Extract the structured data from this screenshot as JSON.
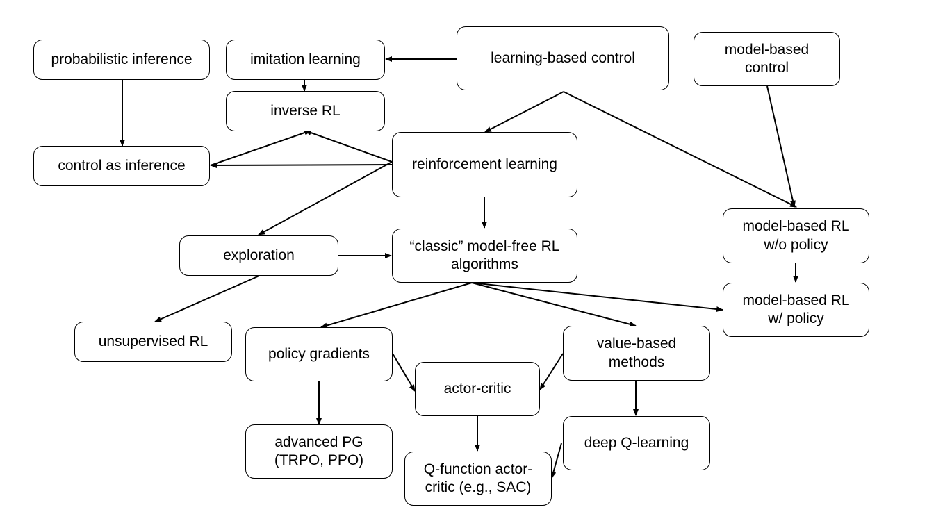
{
  "nodes": [
    {
      "id": "learning_based_control",
      "lines": [
        "learning-based control"
      ]
    },
    {
      "id": "model_based_control",
      "lines": [
        "model-based",
        "control"
      ]
    },
    {
      "id": "probabilistic_inference",
      "lines": [
        "probabilistic inference"
      ]
    },
    {
      "id": "imitation_learning",
      "lines": [
        "imitation learning"
      ]
    },
    {
      "id": "inverse_rl",
      "lines": [
        "inverse RL"
      ]
    },
    {
      "id": "control_as_inference",
      "lines": [
        "control as inference"
      ]
    },
    {
      "id": "reinforcement_learning",
      "lines": [
        "reinforcement learning"
      ]
    },
    {
      "id": "exploration",
      "lines": [
        "exploration"
      ]
    },
    {
      "id": "classic_model_free",
      "lines": [
        "“classic” model-free RL",
        "algorithms"
      ]
    },
    {
      "id": "model_based_rl_wo_policy",
      "lines": [
        "model-based RL",
        "w/o policy"
      ]
    },
    {
      "id": "model_based_rl_w_policy",
      "lines": [
        "model-based RL",
        "w/ policy"
      ]
    },
    {
      "id": "unsupervised_rl",
      "lines": [
        "unsupervised RL"
      ]
    },
    {
      "id": "policy_gradients",
      "lines": [
        "policy gradients"
      ]
    },
    {
      "id": "value_based_methods",
      "lines": [
        "value-based",
        "methods"
      ]
    },
    {
      "id": "actor_critic",
      "lines": [
        "actor-critic"
      ]
    },
    {
      "id": "advanced_pg",
      "lines": [
        "advanced PG",
        "(TRPO, PPO)"
      ]
    },
    {
      "id": "deep_q_learning",
      "lines": [
        "deep Q-learning"
      ]
    },
    {
      "id": "q_function_actor_critic",
      "lines": [
        "Q-function actor-",
        "critic (e.g., SAC)"
      ]
    }
  ],
  "edges": [
    {
      "from": "learning_based_control",
      "to": "imitation_learning"
    },
    {
      "from": "learning_based_control",
      "to": "reinforcement_learning"
    },
    {
      "from": "learning_based_control",
      "to": "model_based_rl_wo_policy"
    },
    {
      "from": "model_based_control",
      "to": "model_based_rl_wo_policy"
    },
    {
      "from": "imitation_learning",
      "to": "inverse_rl"
    },
    {
      "from": "probabilistic_inference",
      "to": "control_as_inference"
    },
    {
      "from": "reinforcement_learning",
      "to": "inverse_rl"
    },
    {
      "from": "reinforcement_learning",
      "to": "control_as_inference"
    },
    {
      "from": "control_as_inference",
      "to": "inverse_rl"
    },
    {
      "from": "reinforcement_learning",
      "to": "exploration"
    },
    {
      "from": "reinforcement_learning",
      "to": "classic_model_free"
    },
    {
      "from": "exploration",
      "to": "classic_model_free"
    },
    {
      "from": "exploration",
      "to": "unsupervised_rl"
    },
    {
      "from": "model_based_rl_wo_policy",
      "to": "model_based_rl_w_policy"
    },
    {
      "from": "classic_model_free",
      "to": "model_based_rl_w_policy"
    },
    {
      "from": "classic_model_free",
      "to": "policy_gradients"
    },
    {
      "from": "classic_model_free",
      "to": "value_based_methods"
    },
    {
      "from": "policy_gradients",
      "to": "actor_critic"
    },
    {
      "from": "value_based_methods",
      "to": "actor_critic"
    },
    {
      "from": "policy_gradients",
      "to": "advanced_pg"
    },
    {
      "from": "value_based_methods",
      "to": "deep_q_learning"
    },
    {
      "from": "actor_critic",
      "to": "q_function_actor_critic"
    },
    {
      "from": "deep_q_learning",
      "to": "q_function_actor_critic"
    }
  ]
}
